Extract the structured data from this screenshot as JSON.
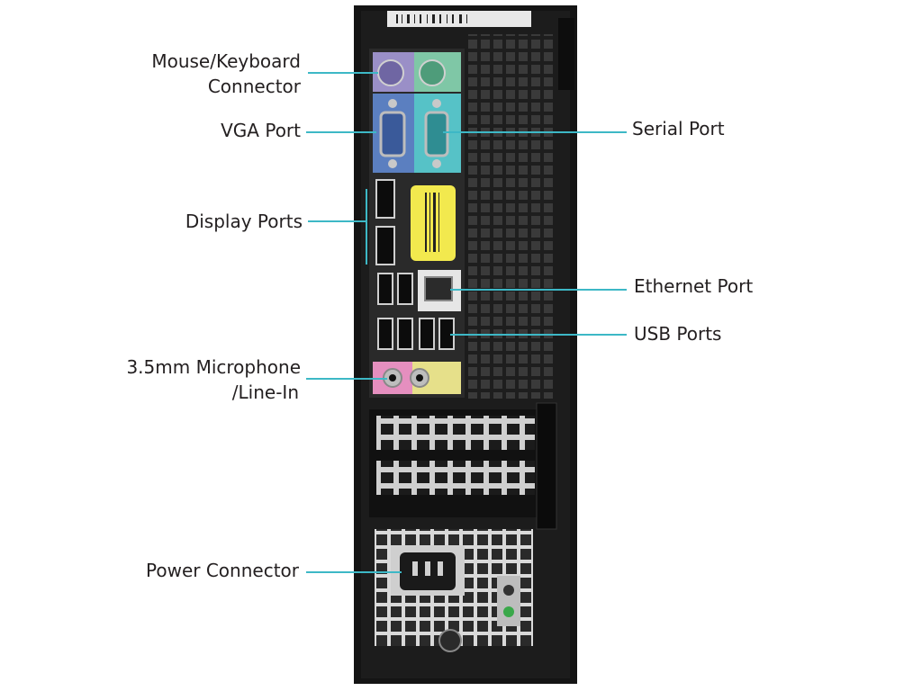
{
  "callouts": {
    "mouse_keyboard_line1": "Mouse/Keyboard",
    "mouse_keyboard_line2": "Connector",
    "vga": "VGA Port",
    "display": "Display Ports",
    "microphone_line1": "3.5mm  Microphone",
    "microphone_line2": "/Line-In",
    "power": "Power Connector",
    "serial": "Serial Port",
    "ethernet": "Ethernet Port",
    "usb": "USB Ports"
  },
  "colors": {
    "leader": "#3db8c6",
    "chassis": "#141414",
    "ps2_mouse": "#9a8fc7",
    "ps2_keyboard": "#7fc7a6",
    "vga_panel": "#5b7fc0",
    "serial_panel": "#56c2c7",
    "mic_jack": "#e58fbf",
    "line_jack": "#e6e08a",
    "label_sticker": "#f2e94e"
  }
}
